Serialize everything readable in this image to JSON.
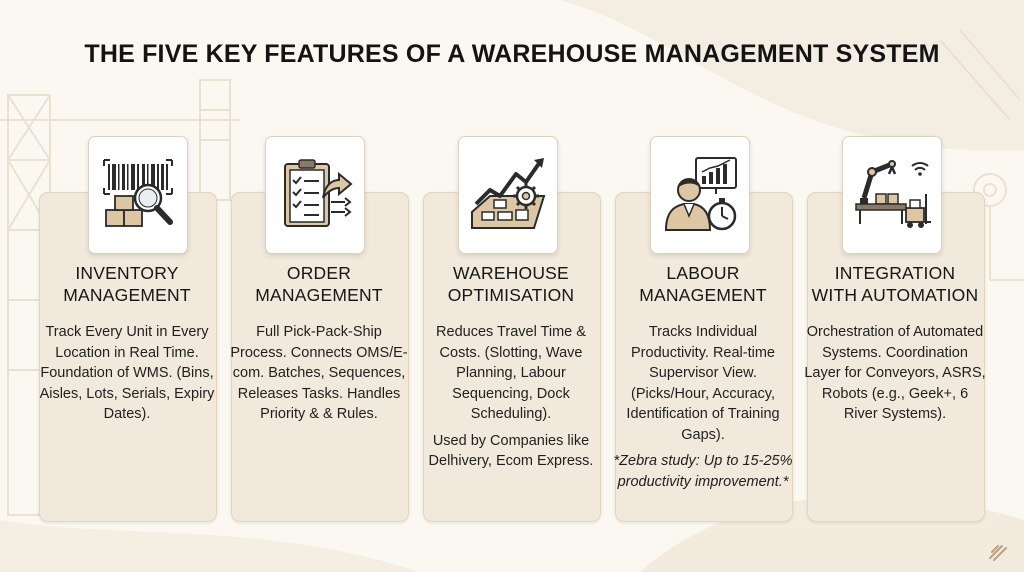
{
  "title": "THE FIVE KEY FEATURES OF A WAREHOUSE MANAGEMENT SYSTEM",
  "colors": {
    "background": "#fbf8f2",
    "card": "#f1e9dc",
    "icon_fill": "#dcc6a4",
    "icon_stroke": "#2b2b2b"
  },
  "cards": [
    {
      "icon": "barcode-magnifier-boxes-icon",
      "heading_1": "INVENTORY",
      "heading_2": "MANAGEMENT",
      "description": "Track Every Unit in Every Location in Real Time. Foundation of WMS. (Bins, Aisles, Lots, Serials, Expiry Dates)."
    },
    {
      "icon": "clipboard-checklist-arrow-icon",
      "heading_1": "ORDER",
      "heading_2": "MANAGEMENT",
      "description": "Full Pick-Pack-Ship Process. Connects OMS/E-com. Batches, Sequences, Releases Tasks. Handles Priority & & Rules."
    },
    {
      "icon": "floorplan-trend-gear-icon",
      "heading_1": "WAREHOUSE",
      "heading_2": "OPTIMISATION",
      "description": "Reduces Travel Time & Costs. (Slotting, Wave Planning, Labour Sequencing, Dock Scheduling).",
      "description_2": "Used by Companies like Delhivery, Ecom Express."
    },
    {
      "icon": "worker-chart-stopwatch-icon",
      "heading_1": "LABOUR",
      "heading_2": "MANAGEMENT",
      "description": "Tracks Individual Productivity. Real-time Supervisor View. (Picks/Hour, Accuracy, Identification of Training Gaps).",
      "note": "*Zebra study: Up to 15-25% productivity improvement.*"
    },
    {
      "icon": "robot-arm-conveyor-forklift-icon",
      "heading_1": "INTEGRATION",
      "heading_2": "WITH AUTOMATION",
      "description": "Orchestration of Automated Systems. Coordination Layer for Conveyors, ASRS, Robots (e.g., Geek+, 6 River Systems)."
    }
  ]
}
